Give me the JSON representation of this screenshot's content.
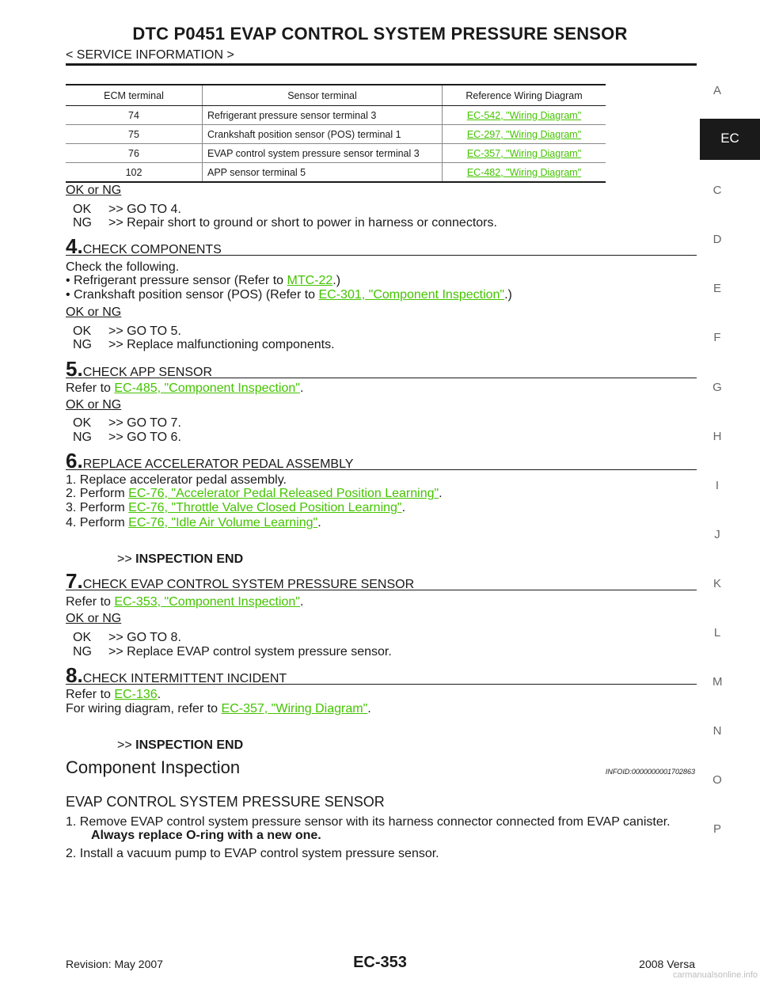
{
  "header": {
    "title": "DTC P0451 EVAP CONTROL SYSTEM PRESSURE SENSOR",
    "subtitle": "< SERVICE INFORMATION >"
  },
  "terminal_table": {
    "headers": [
      "ECM terminal",
      "Sensor terminal",
      "Reference Wiring Diagram"
    ],
    "rows": [
      {
        "ecm": "74",
        "sensor": "Refrigerant pressure sensor terminal 3",
        "ref": "EC-542, \"Wiring Diagram\""
      },
      {
        "ecm": "75",
        "sensor": "Crankshaft position sensor (POS) terminal 1",
        "ref": "EC-297, \"Wiring Diagram\""
      },
      {
        "ecm": "76",
        "sensor": "EVAP control system pressure sensor terminal 3",
        "ref": "EC-357, \"Wiring Diagram\""
      },
      {
        "ecm": "102",
        "sensor": "APP sensor terminal 5",
        "ref": "EC-482, \"Wiring Diagram\""
      }
    ]
  },
  "ok_ng_label": "OK or NG",
  "block3": {
    "ok": {
      "code": "OK",
      "text": ">> GO TO 4."
    },
    "ng": {
      "code": "NG",
      "text": ">> Repair short to ground or short to power in harness or connectors."
    }
  },
  "step4": {
    "num": "4.",
    "label": "CHECK COMPONENTS",
    "intro": "Check the following.",
    "b1_pre": "• Refrigerant pressure sensor (Refer to ",
    "b1_link": "MTC-22",
    "b1_post": ".)",
    "b2_pre": "• Crankshaft position sensor (POS) (Refer to ",
    "b2_link": "EC-301, \"Component Inspection\"",
    "b2_post": ".)",
    "ok": {
      "code": "OK",
      "text": ">> GO TO 5."
    },
    "ng": {
      "code": "NG",
      "text": ">> Replace malfunctioning components."
    }
  },
  "step5": {
    "num": "5.",
    "label": "CHECK APP SENSOR",
    "pre": "Refer to ",
    "link": "EC-485, \"Component Inspection\"",
    "post": ".",
    "ok": {
      "code": "OK",
      "text": ">> GO TO 7."
    },
    "ng": {
      "code": "NG",
      "text": ">> GO TO 6."
    }
  },
  "step6": {
    "num": "6.",
    "label": "REPLACE ACCELERATOR PEDAL ASSEMBLY",
    "s1": "1.  Replace accelerator pedal assembly.",
    "s2_pre": "2.  Perform ",
    "s2_link": "EC-76, \"Accelerator Pedal Released Position Learning\"",
    "s3_pre": "3.  Perform ",
    "s3_link": "EC-76, \"Throttle Valve Closed Position Learning\"",
    "s4_pre": "4.  Perform ",
    "s4_link": "EC-76, \"Idle Air Volume Learning\"",
    "dot": ".",
    "end_arrow": ">> ",
    "end_text": "INSPECTION END"
  },
  "step7": {
    "num": "7.",
    "label": "CHECK EVAP CONTROL SYSTEM PRESSURE SENSOR",
    "pre": "Refer to ",
    "link": "EC-353, \"Component Inspection\"",
    "post": ".",
    "ok": {
      "code": "OK",
      "text": ">> GO TO 8."
    },
    "ng": {
      "code": "NG",
      "text": ">> Replace EVAP control system pressure sensor."
    }
  },
  "step8": {
    "num": "8.",
    "label": "CHECK INTERMITTENT INCIDENT",
    "l1_pre": "Refer to ",
    "l1_link": "EC-136",
    "l2_pre": "For wiring diagram, refer to ",
    "l2_link": "EC-357, \"Wiring Diagram\"",
    "dot": ".",
    "end_arrow": ">> ",
    "end_text": "INSPECTION END"
  },
  "component": {
    "title": "Component Inspection",
    "infoid": "INFOID:0000000001702863",
    "section": "EVAP CONTROL SYSTEM PRESSURE SENSOR",
    "item1": "1.  Remove EVAP control system pressure sensor with its harness connector connected from EVAP canister.",
    "item1_bold": "Always replace O-ring with a new one.",
    "item2": "2.  Install a vacuum pump to EVAP control system pressure sensor."
  },
  "sidebar": {
    "active": "EC",
    "letters": [
      "A",
      "C",
      "D",
      "E",
      "F",
      "G",
      "H",
      "I",
      "J",
      "K",
      "L",
      "M",
      "N",
      "O",
      "P"
    ]
  },
  "footer": {
    "revision": "Revision: May 2007",
    "page": "EC-353",
    "model": "2008 Versa",
    "watermark": "carmanualsonline.info"
  },
  "colors": {
    "link": "#44c400",
    "text": "#1a1a1a"
  }
}
